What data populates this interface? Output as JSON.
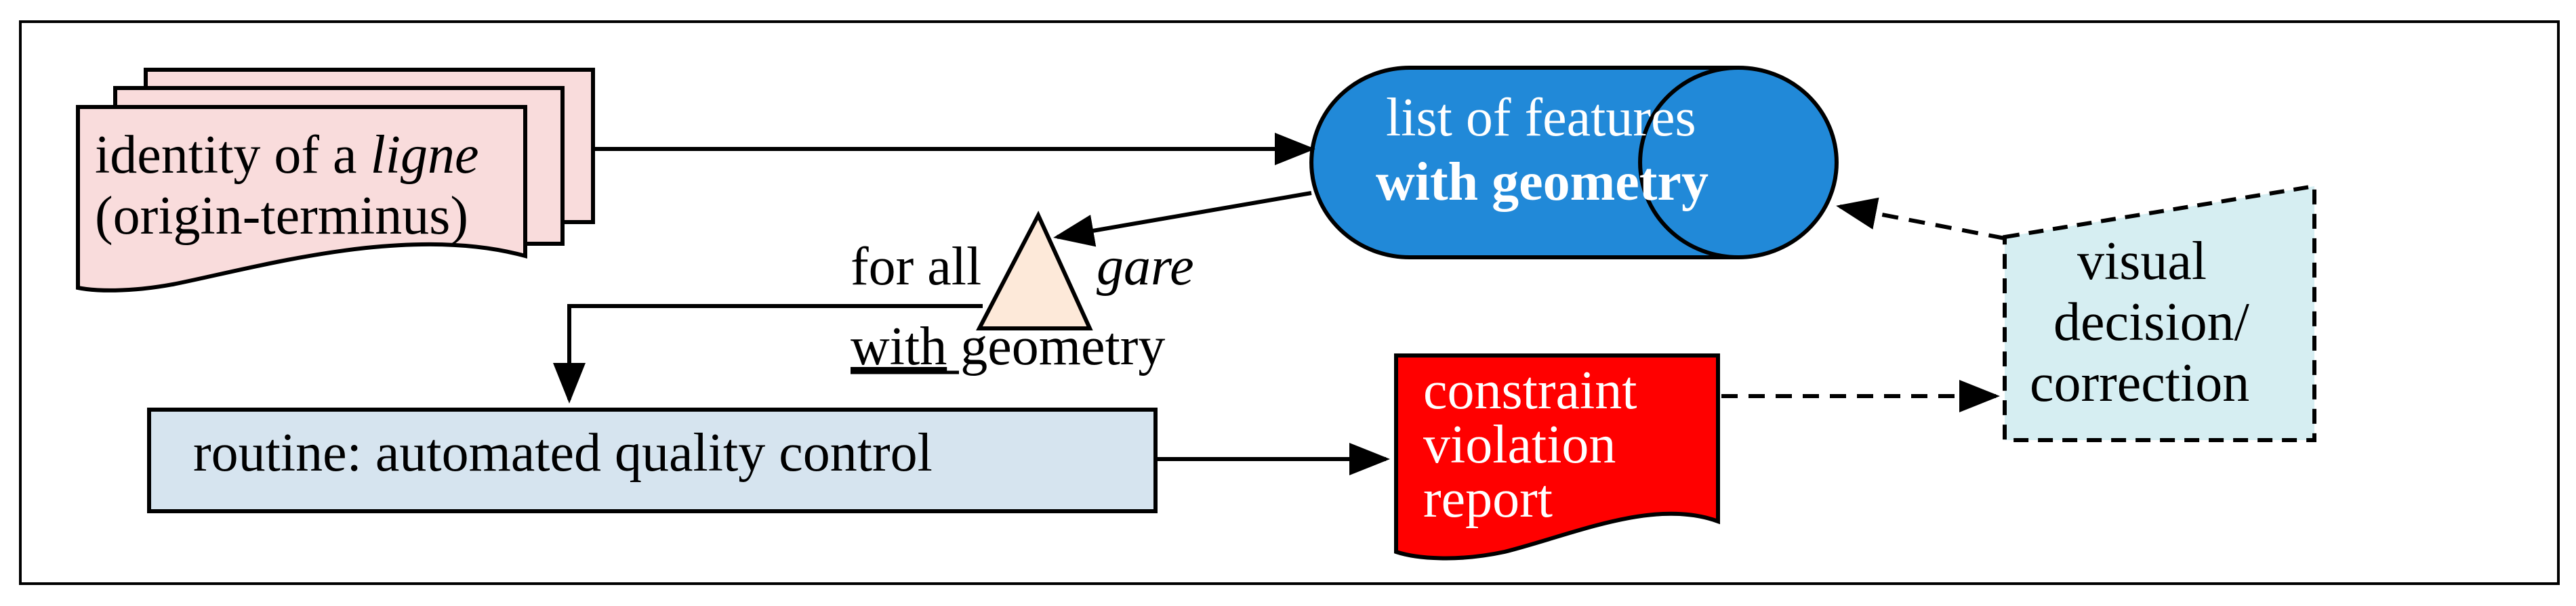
{
  "input_doc": {
    "line1_a": "identity of a ",
    "line1_b": "ligne",
    "line2": "(origin-terminus)"
  },
  "database": {
    "line1": "list of  features",
    "line2": "with geometry"
  },
  "merge": {
    "left": "for all",
    "right": "gare",
    "bottom_a": "with",
    "bottom_b": " geometry"
  },
  "process": {
    "label": "routine: automated quality control"
  },
  "report": {
    "line1": "constraint",
    "line2": "violation",
    "line3": "report"
  },
  "manual_op": {
    "line1": "visual",
    "line2": "decision/",
    "line3": "correction"
  },
  "colors": {
    "doc_fill": "#f9dcdc",
    "db_fill": "#2189d8",
    "triangle_fill": "#fde9d9",
    "process_fill": "#d6e4ef",
    "report_fill": "#ff0000",
    "manual_fill": "#d6eef2"
  }
}
